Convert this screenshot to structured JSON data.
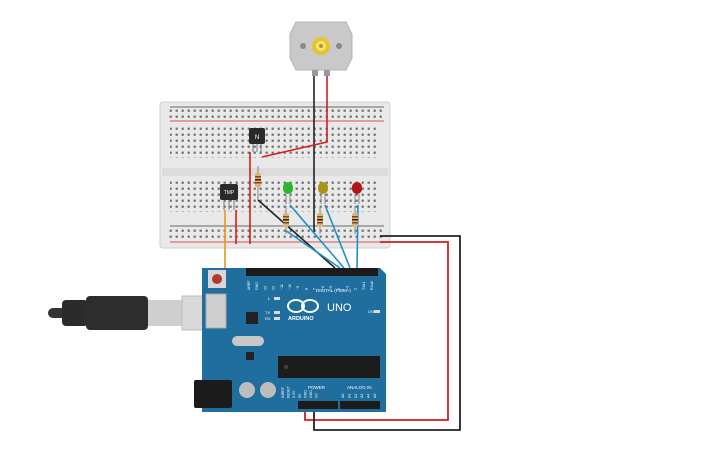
{
  "transistor_labels": {
    "npn": "N",
    "tmp": "TMP"
  },
  "arduino": {
    "brand": "ARDUINO",
    "model": "UNO",
    "digital_label": "DIGITAL (PWM~)",
    "power_label": "POWER",
    "analog_label": "ANALOG IN",
    "on_label": "ON",
    "led_l": "L",
    "led_tx": "TX",
    "led_rx": "RX",
    "digital_pins": [
      "AREF",
      "GND",
      "13",
      "12",
      "~11",
      "~10",
      "~9",
      "8",
      "7",
      "~6",
      "~5",
      "4",
      "~3",
      "2",
      "TX▸1",
      "RX◂0"
    ],
    "power_pins": [
      "IOREF",
      "RESET",
      "3.3V",
      "5V",
      "GND",
      "GND",
      "Vin"
    ],
    "analog_pins": [
      "A0",
      "A1",
      "A2",
      "A3",
      "A4",
      "A5"
    ]
  },
  "colors": {
    "board": "#1f6e9e",
    "breadboard": "#e8e8e8",
    "wire_red": "#d21f1f",
    "wire_black": "#222222",
    "wire_blue": "#1e90c8",
    "wire_orange": "#e8951c",
    "led_green": "#2fb52f",
    "led_yellow": "#a8941a",
    "led_red": "#b01616"
  }
}
